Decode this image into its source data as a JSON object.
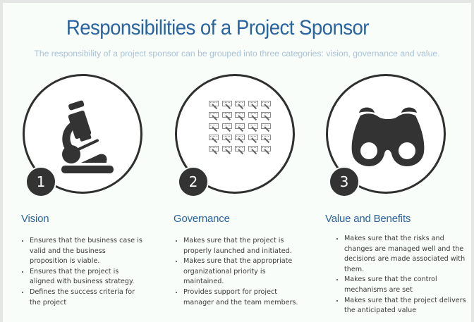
{
  "header": {
    "title": "Responsibilities of a Project Sponsor",
    "subtitle": "The responsibility of a project sponsor can be grouped into three categories: vision, governance and value."
  },
  "colors": {
    "title": "#2a64a0",
    "subtitle": "#a9c2d7",
    "icon": "#333333",
    "background": "#f8fdfa"
  },
  "columns": [
    {
      "number": "1",
      "icon": "microscope-icon",
      "title": "Vision",
      "bullets": [
        "Ensures that the business case is valid and the business proposition is viable.",
        "Ensures that the project is aligned with business strategy.",
        "Defines the success criteria for the project"
      ]
    },
    {
      "number": "2",
      "icon": "edit-grid-icon",
      "title": "Governance",
      "bullets": [
        "Makes sure that the project is properly launched and initiated.",
        "Makes sure that the appropriate organizational priority is maintained.",
        "Provides support for project manager and the team members."
      ]
    },
    {
      "number": "3",
      "icon": "binoculars-icon",
      "title": "Value and Benefits",
      "bullets": [
        "Makes sure that the risks and changes are managed well and the decisions are made associated with them.",
        "Makes sure that the control mechanisms are set",
        "Makes sure that the project delivers the anticipated value"
      ]
    }
  ]
}
